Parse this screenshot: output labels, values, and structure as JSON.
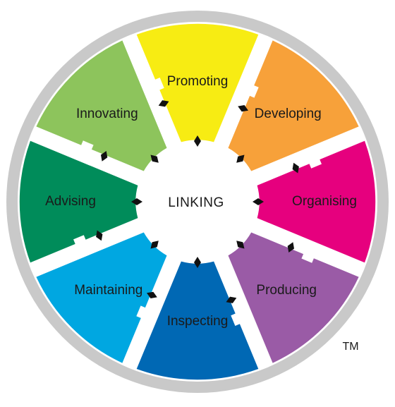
{
  "center": {
    "label": "LINKING"
  },
  "trademark": "TM",
  "colors": {
    "outer_ring": "#c9c9c9",
    "hub_background": "#ffffff",
    "arrow": "#111111"
  },
  "segments": [
    {
      "label": "Promoting",
      "color": "#f7ec13"
    },
    {
      "label": "Developing",
      "color": "#f7a13a"
    },
    {
      "label": "Organising",
      "color": "#e6007e"
    },
    {
      "label": "Producing",
      "color": "#9a5ba6"
    },
    {
      "label": "Inspecting",
      "color": "#0068b4"
    },
    {
      "label": "Maintaining",
      "color": "#00a7e1"
    },
    {
      "label": "Advising",
      "color": "#008c5a"
    },
    {
      "label": "Innovating",
      "color": "#8dc45c"
    }
  ]
}
